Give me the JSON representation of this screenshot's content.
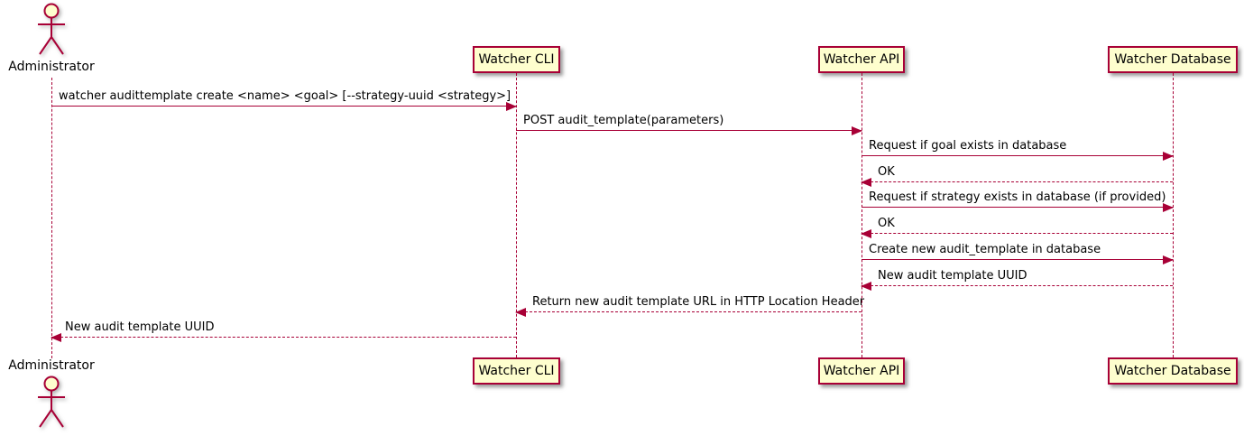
{
  "diagram": {
    "type": "sequence",
    "colors": {
      "line": "#A80036",
      "participant_fill": "#FEFECE",
      "text": "#000000",
      "background": "#FFFFFF"
    },
    "actor": {
      "label": "Administrator"
    },
    "participants": [
      {
        "label": "Watcher CLI"
      },
      {
        "label": "Watcher API"
      },
      {
        "label": "Watcher Database"
      }
    ],
    "messages": [
      {
        "from": "Administrator",
        "to": "Watcher CLI",
        "style": "solid",
        "label": "watcher audittemplate create <name> <goal> [--strategy-uuid <strategy>]"
      },
      {
        "from": "Watcher CLI",
        "to": "Watcher API",
        "style": "solid",
        "label": "POST audit_template(parameters)"
      },
      {
        "from": "Watcher API",
        "to": "Watcher Database",
        "style": "solid",
        "label": "Request if goal exists in database"
      },
      {
        "from": "Watcher Database",
        "to": "Watcher API",
        "style": "dashed",
        "label": "OK"
      },
      {
        "from": "Watcher API",
        "to": "Watcher Database",
        "style": "solid",
        "label": "Request if strategy exists in database (if provided)"
      },
      {
        "from": "Watcher Database",
        "to": "Watcher API",
        "style": "dashed",
        "label": "OK"
      },
      {
        "from": "Watcher API",
        "to": "Watcher Database",
        "style": "solid",
        "label": "Create new audit_template in database"
      },
      {
        "from": "Watcher Database",
        "to": "Watcher API",
        "style": "dashed",
        "label": "New audit template UUID"
      },
      {
        "from": "Watcher API",
        "to": "Watcher CLI",
        "style": "dashed",
        "label": "Return new audit template URL in HTTP Location Header"
      },
      {
        "from": "Watcher CLI",
        "to": "Administrator",
        "style": "dashed",
        "label": "New audit template UUID"
      }
    ]
  }
}
